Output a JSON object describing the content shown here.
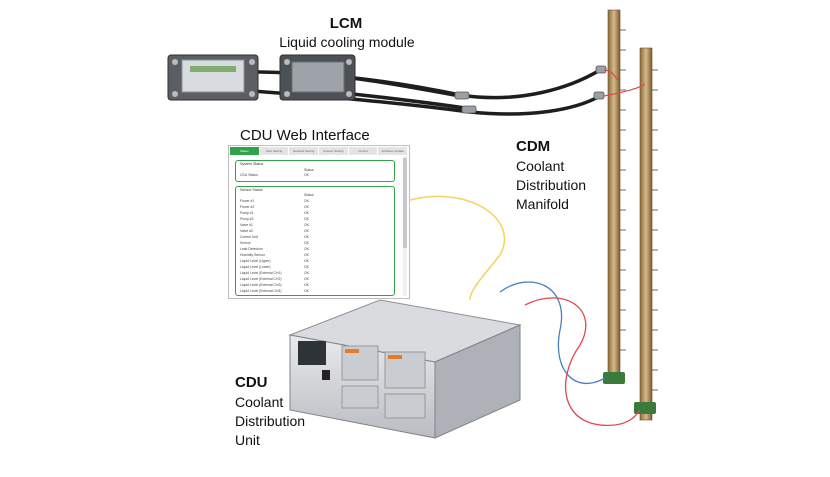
{
  "lcm": {
    "title": "LCM",
    "subtitle": "Liquid cooling module"
  },
  "web": {
    "title": "CDU Web Interface",
    "tabs": [
      "Status",
      "Alert Setting",
      "Network Setting",
      "System Setting",
      "Control",
      "Software Update"
    ],
    "system_panel": {
      "title": "System Status",
      "header": "Status",
      "rows": [
        {
          "name": "CDU Status",
          "value": "OK"
        }
      ]
    },
    "sensor_panel": {
      "title": "Sensor Status",
      "header": "Status",
      "rows": [
        {
          "name": "Power #1",
          "value": "OK"
        },
        {
          "name": "Power #2",
          "value": "OK"
        },
        {
          "name": "Pump #1",
          "value": "OK"
        },
        {
          "name": "Pump #2",
          "value": "OK"
        },
        {
          "name": "Valve #1",
          "value": "OK"
        },
        {
          "name": "Valve #2",
          "value": "OK"
        },
        {
          "name": "Control Unit",
          "value": "OK"
        },
        {
          "name": "Sensor",
          "value": "OK"
        },
        {
          "name": "Leak Detection",
          "value": "OK"
        },
        {
          "name": "Humidity Sensor",
          "value": "OK"
        },
        {
          "name": "Liquid Level (Upper)",
          "value": "OK"
        },
        {
          "name": "Liquid Level (Lower)",
          "value": "OK"
        },
        {
          "name": "Liquid Level (External CH1)",
          "value": "OK"
        },
        {
          "name": "Liquid Level (External CH2)",
          "value": "OK"
        },
        {
          "name": "Liquid Level (External CH3)",
          "value": "OK"
        },
        {
          "name": "Liquid Level (External CH4)",
          "value": "OK"
        }
      ]
    }
  },
  "cdm": {
    "title": "CDM",
    "lines": [
      "Coolant",
      "Distribution",
      "Manifold"
    ]
  },
  "cdu": {
    "title": "CDU",
    "lines": [
      "Coolant",
      "Distribution",
      "Unit"
    ]
  },
  "colors": {
    "accent_green": "#2fa34a",
    "data_link": "#f2d45c",
    "supply_line": "#4a7fc1",
    "return_line": "#e0474c",
    "hose": "#1e1e1e"
  }
}
